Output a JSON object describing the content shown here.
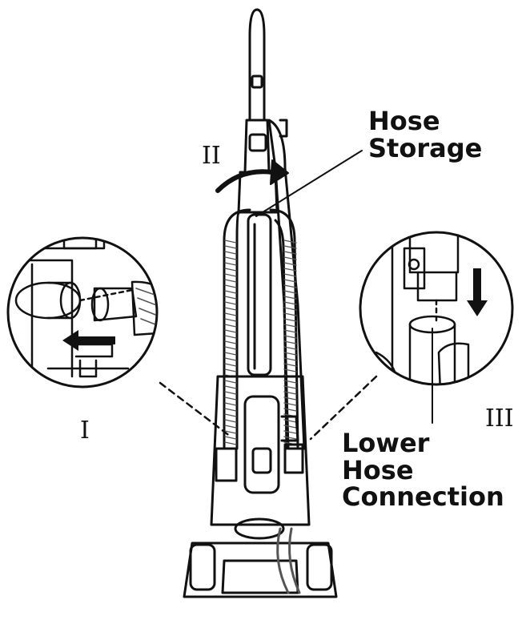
{
  "labels": {
    "hose_storage": [
      "Hose",
      "Storage"
    ],
    "lower_hose_connection": [
      "Lower",
      "Hose",
      "Connection"
    ]
  },
  "steps": {
    "step_1": "I",
    "step_2": "II",
    "step_3": "III"
  },
  "colors": {
    "line": "#111111",
    "background": "#ffffff",
    "hose_texture": "#555555"
  }
}
